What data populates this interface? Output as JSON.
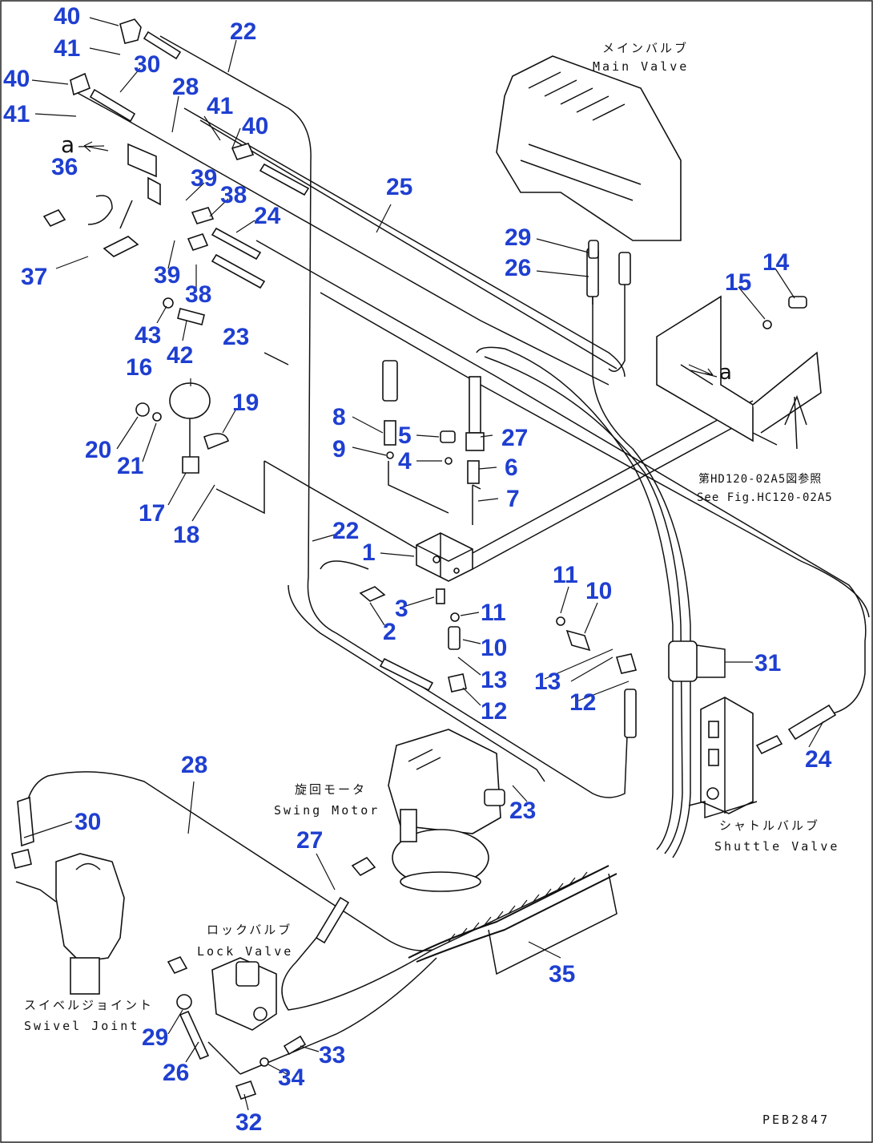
{
  "callouts": {
    "n40a": "40",
    "n41a": "41",
    "n22a": "22",
    "n30a": "30",
    "n40b": "40",
    "n41b": "41",
    "n28a": "28",
    "n41c": "41",
    "n40c": "40",
    "a1": "a",
    "n36": "36",
    "n39a": "39",
    "n38a": "38",
    "n25": "25",
    "n24a": "24",
    "n37": "37",
    "n39b": "39",
    "n38b": "38",
    "n29a": "29",
    "n26a": "26",
    "n14": "14",
    "n15": "15",
    "n43": "43",
    "n42": "42",
    "n23a": "23",
    "n16": "16",
    "n19": "19",
    "n8": "8",
    "n5": "5",
    "n27a": "27",
    "n9": "9",
    "n4": "4",
    "n6": "6",
    "n20": "20",
    "n21": "21",
    "n7": "7",
    "n17": "17",
    "n18": "18",
    "n22b": "22",
    "n1": "1",
    "n11a": "11",
    "n10a": "10",
    "n3": "3",
    "n11b": "11",
    "n2": "2",
    "n10b": "10",
    "n13a": "13",
    "n31": "31",
    "n13b": "13",
    "n12a": "12",
    "n12b": "12",
    "n24b": "24",
    "n28b": "28",
    "n23b": "23",
    "n30b": "30",
    "n27b": "27",
    "n35": "35",
    "n29b": "29",
    "n33": "33",
    "n26b": "26",
    "n34": "34",
    "n32": "32",
    "a2": "a"
  },
  "captions": {
    "main_valve_jp": "メインバルブ",
    "main_valve_en": "Main Valve",
    "see_fig_jp": "第HD120-02A5図参照",
    "see_fig_en": "See Fig.HC120-02A5",
    "swing_motor_jp": "旋回モータ",
    "swing_motor_en": "Swing Motor",
    "shuttle_valve_jp": "シャトルバルブ",
    "shuttle_valve_en": "Shuttle Valve",
    "lock_valve_jp": "ロックバルブ",
    "lock_valve_en": "Lock Valve",
    "swivel_joint_jp": "スイベルジョイント",
    "swivel_joint_en": "Swivel Joint",
    "drawing_code": "PEB2847"
  },
  "colors": {
    "callout": "#1f3fd0",
    "line": "#111111",
    "background": "#ffffff"
  }
}
